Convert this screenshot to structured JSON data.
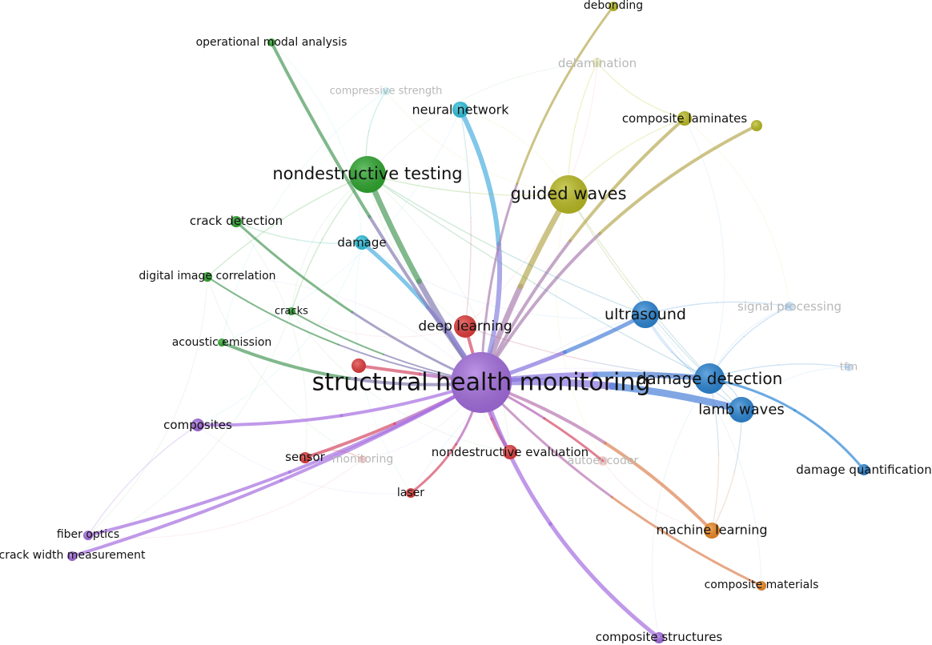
{
  "map": {
    "terms": [
      {
        "id": "shm",
        "label": "structural health monitoring",
        "cluster": "purple",
        "faded": false
      },
      {
        "id": "nde",
        "label": "nondestructive testing",
        "cluster": "green",
        "faded": false
      },
      {
        "id": "gw",
        "label": "guided waves",
        "cluster": "yellow",
        "faded": false
      },
      {
        "id": "us",
        "label": "ultrasound",
        "cluster": "blue",
        "faded": false
      },
      {
        "id": "dd",
        "label": "damage detection",
        "cluster": "blue",
        "faded": false
      },
      {
        "id": "lw",
        "label": "lamb waves",
        "cluster": "blue",
        "faded": false
      },
      {
        "id": "dl",
        "label": "deep learning",
        "cluster": "red",
        "faded": false
      },
      {
        "id": "nn",
        "label": "neural network",
        "cluster": "cyan",
        "faded": false
      },
      {
        "id": "dmg",
        "label": "damage",
        "cluster": "cyan",
        "faded": false
      },
      {
        "id": "cl",
        "label": "composite laminates",
        "cluster": "yellow",
        "faded": false
      },
      {
        "id": "deb",
        "label": "debonding",
        "cluster": "yellow",
        "faded": false
      },
      {
        "id": "del",
        "label": "delamination",
        "cluster": "yellow",
        "faded": true
      },
      {
        "id": "cs",
        "label": "compressive strength",
        "cluster": "cyan",
        "faded": true
      },
      {
        "id": "oma",
        "label": "operational modal analysis",
        "cluster": "green",
        "faded": false
      },
      {
        "id": "cd",
        "label": "crack detection",
        "cluster": "green",
        "faded": false
      },
      {
        "id": "dic",
        "label": "digital image correlation",
        "cluster": "green",
        "faded": false
      },
      {
        "id": "cr",
        "label": "cracks",
        "cluster": "green",
        "faded": false
      },
      {
        "id": "ae",
        "label": "acoustic emission",
        "cluster": "green",
        "faded": false
      },
      {
        "id": "comp",
        "label": "composites",
        "cluster": "purple",
        "faded": false
      },
      {
        "id": "sen",
        "label": "sensor",
        "cluster": "red",
        "faded": false
      },
      {
        "id": "mon",
        "label": "monitoring",
        "cluster": "red",
        "faded": true
      },
      {
        "id": "ndev",
        "label": "nondestructive evaluation",
        "cluster": "red",
        "faded": false
      },
      {
        "id": "ae2",
        "label": "autoencoder",
        "cluster": "red",
        "faded": true
      },
      {
        "id": "las",
        "label": "laser",
        "cluster": "red",
        "faded": false
      },
      {
        "id": "sp",
        "label": "signal processing",
        "cluster": "blue",
        "faded": true
      },
      {
        "id": "tfm",
        "label": "tfm",
        "cluster": "blue",
        "faded": true
      },
      {
        "id": "dq",
        "label": "damage quantification",
        "cluster": "blue",
        "faded": false
      },
      {
        "id": "ml",
        "label": "machine learning",
        "cluster": "orange",
        "faded": false
      },
      {
        "id": "cm",
        "label": "composite materials",
        "cluster": "orange",
        "faded": false
      },
      {
        "id": "cst",
        "label": "composite structures",
        "cluster": "purple",
        "faded": false
      },
      {
        "id": "fo",
        "label": "fiber optics",
        "cluster": "purple",
        "faded": false
      },
      {
        "id": "cwm",
        "label": "crack width measurement",
        "cluster": "purple",
        "faded": false
      },
      {
        "id": "r1",
        "label": "",
        "cluster": "red",
        "faded": false
      },
      {
        "id": "y2",
        "label": "",
        "cluster": "yellow",
        "faded": false
      }
    ],
    "links": [
      [
        "shm",
        "nde"
      ],
      [
        "shm",
        "gw"
      ],
      [
        "shm",
        "us"
      ],
      [
        "shm",
        "dd"
      ],
      [
        "shm",
        "lw"
      ],
      [
        "shm",
        "dl"
      ],
      [
        "shm",
        "nn"
      ],
      [
        "shm",
        "dmg"
      ],
      [
        "shm",
        "cl"
      ],
      [
        "shm",
        "deb"
      ],
      [
        "shm",
        "oma"
      ],
      [
        "shm",
        "cd"
      ],
      [
        "shm",
        "ae"
      ],
      [
        "shm",
        "comp"
      ],
      [
        "shm",
        "sen"
      ],
      [
        "shm",
        "ndev"
      ],
      [
        "shm",
        "ae2"
      ],
      [
        "shm",
        "las"
      ],
      [
        "shm",
        "ml"
      ],
      [
        "shm",
        "cm"
      ],
      [
        "shm",
        "cst"
      ],
      [
        "shm",
        "fo"
      ],
      [
        "shm",
        "cwm"
      ],
      [
        "shm",
        "r1"
      ],
      [
        "shm",
        "y2"
      ],
      [
        "shm",
        "cr"
      ],
      [
        "shm",
        "dic"
      ],
      [
        "dd",
        "dq"
      ],
      [
        "nde",
        "gw"
      ],
      [
        "nde",
        "dd"
      ],
      [
        "nde",
        "us"
      ],
      [
        "gw",
        "lw"
      ],
      [
        "gw",
        "dd"
      ],
      [
        "us",
        "dd"
      ],
      [
        "lw",
        "dd"
      ],
      [
        "us",
        "lw"
      ],
      [
        "dl",
        "nn"
      ],
      [
        "dl",
        "dd"
      ],
      [
        "cl",
        "gw"
      ],
      [
        "del",
        "gw"
      ],
      [
        "del",
        "cl"
      ],
      [
        "sp",
        "dd"
      ],
      [
        "tfm",
        "dd"
      ],
      [
        "sp",
        "us"
      ],
      [
        "cs",
        "nde"
      ],
      [
        "mon",
        "sen"
      ],
      [
        "ml",
        "dd"
      ],
      [
        "ml",
        "lw"
      ],
      [
        "comp",
        "fo"
      ],
      [
        "nde",
        "cr"
      ],
      [
        "nde",
        "dic"
      ],
      [
        "cd",
        "dmg"
      ]
    ]
  },
  "colors": {
    "purple": "#a56ee0",
    "green": "#2ea82e",
    "yellow": "#bcbd22",
    "blue": "#2b86d6",
    "red": "#e33b3b",
    "cyan": "#2ec4e0",
    "orange": "#f08a24"
  }
}
